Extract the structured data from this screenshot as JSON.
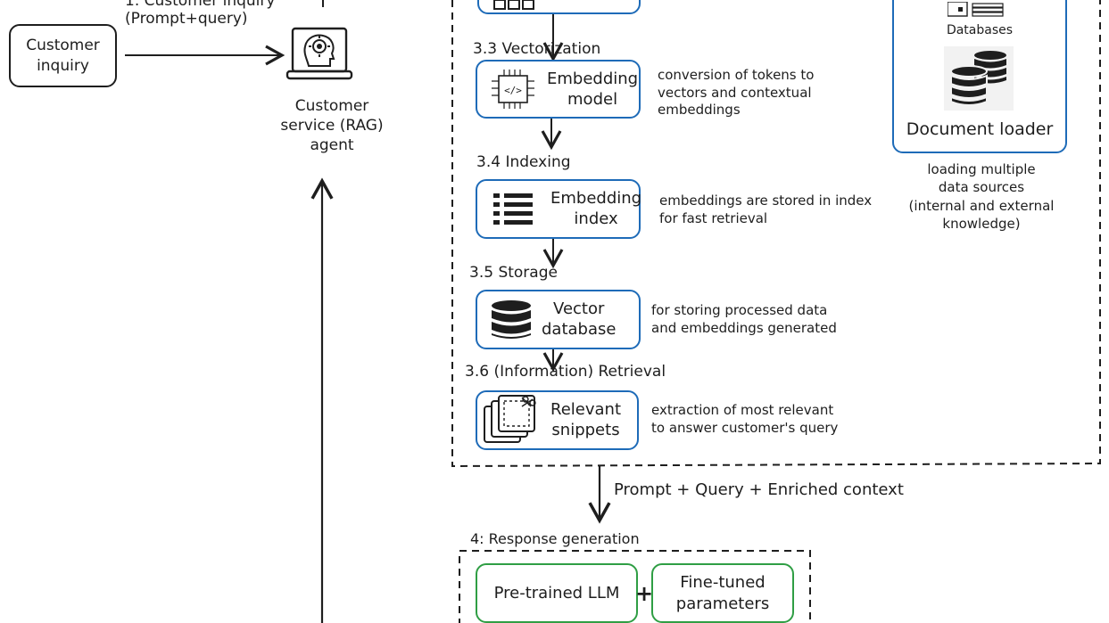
{
  "customer_inquiry_box": "Customer\ninquiry",
  "step1_label": "1. Customer inquiry\n(Prompt+query)",
  "agent_label": "Customer\nservice (RAG)\nagent",
  "vectorization": {
    "heading": "3.3 Vectorization",
    "box": "Embedding\nmodel",
    "note": "conversion of tokens to\nvectors and contextual\nembeddings"
  },
  "indexing": {
    "heading": "3.4 Indexing",
    "box": "Embedding\nindex",
    "note": "embeddings are stored in index\nfor fast retrieval"
  },
  "storage": {
    "heading": "3.5 Storage",
    "box": "Vector\ndatabase",
    "note": "for storing processed data\nand embeddings generated"
  },
  "retrieval": {
    "heading": "3.6 (Information) Retrieval",
    "box": "Relevant\nsnippets",
    "note": "extraction of most relevant\nto answer customer's query"
  },
  "loader": {
    "databases_label": "Databases",
    "title": "Document loader",
    "note": "loading multiple\ndata sources\n(internal and external\nknowledge)"
  },
  "enriched_arrow_label": "Prompt +  Query + Enriched context",
  "response": {
    "heading": "4: Response generation",
    "llm": "Pre-trained LLM",
    "plus": "+",
    "params": "Fine-tuned\nparameters"
  },
  "colors": {
    "blue": "#1e6bb8",
    "green": "#2f9e44",
    "ink": "#1e1e1e"
  }
}
